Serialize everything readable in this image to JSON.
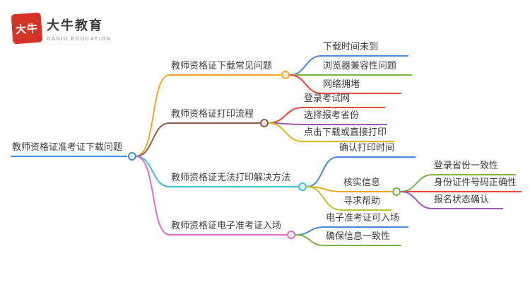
{
  "logo": {
    "seal_text": "大牛",
    "brand": "大牛教育",
    "sub": "DANIU EDUCATION"
  },
  "colors": {
    "blue": "#4a89dc",
    "orange": "#f5a623",
    "green": "#7cb342",
    "red": "#e64b3c",
    "purple": "#9b59b6",
    "yellow": "#e0b50f",
    "cyan": "#3ec1d3",
    "brown": "#8d5b4c",
    "pink": "#dd6fc6",
    "olive": "#b8c72a",
    "seal_red": "#d43427"
  },
  "mindmap": {
    "root": {
      "label": "教师资格证准考证下载问题",
      "color": "#4a89dc"
    },
    "branches": [
      {
        "label": "教师资格证下载常见问题",
        "color": "#f5a623",
        "children": [
          {
            "label": "下载时间未到",
            "color": "#4a89dc"
          },
          {
            "label": "浏览器兼容性问题",
            "color": "#7cb342"
          },
          {
            "label": "网络拥堵",
            "color": "#e64b3c"
          }
        ]
      },
      {
        "label": "教师资格证打印流程",
        "color": "#8d5b4c",
        "children": [
          {
            "label": "登录考试网",
            "color": "#e64b3c"
          },
          {
            "label": "选择报考省份",
            "color": "#9b59b6"
          },
          {
            "label": "点击下载或直接打印",
            "color": "#e0b50f"
          }
        ]
      },
      {
        "label": "教师资格证无法打印解决方法",
        "color": "#3ec1d3",
        "children": [
          {
            "label": "确认打印时间",
            "color": "#4a89dc"
          },
          {
            "label": "核实信息",
            "color": "#f5a623",
            "children": [
              {
                "label": "登录省份一致性",
                "color": "#7cb342"
              },
              {
                "label": "身份证件号码正确性",
                "color": "#e64b3c"
              },
              {
                "label": "报名状态确认",
                "color": "#9b59b6"
              }
            ]
          },
          {
            "label": "寻求帮助",
            "color": "#b8c72a"
          }
        ]
      },
      {
        "label": "教师资格证电子准考证入场",
        "color": "#dd6fc6",
        "children": [
          {
            "label": "电子准考证可入场",
            "color": "#4a89dc"
          },
          {
            "label": "确保信息一致性",
            "color": "#7cb342"
          }
        ]
      }
    ]
  }
}
